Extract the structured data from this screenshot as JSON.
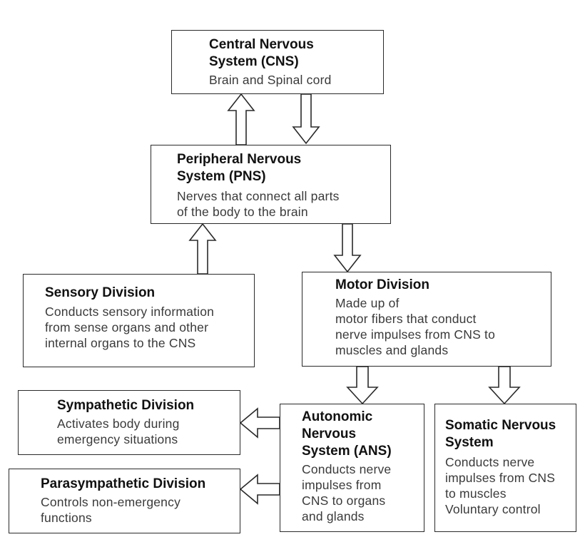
{
  "nodes": {
    "cns": {
      "title": "Central Nervous\nSystem (CNS)",
      "desc": "Brain and Spinal cord"
    },
    "pns": {
      "title": "Peripheral Nervous\nSystem (PNS)",
      "desc": "Nerves that connect all parts\nof the body to the brain"
    },
    "sensory": {
      "title": "Sensory Division",
      "desc": "Conducts sensory information\nfrom sense organs and other\ninternal organs to the CNS"
    },
    "motor": {
      "title": "Motor Division",
      "desc": "Made up of\nmotor fibers that conduct\nnerve impulses from CNS to\nmuscles and glands"
    },
    "sympathetic": {
      "title": "Sympathetic Division",
      "desc": "Activates body during\nemergency situations"
    },
    "parasympathetic": {
      "title": "Parasympathetic Division",
      "desc": "Controls non-emergency\nfunctions"
    },
    "ans": {
      "title": "Autonomic\nNervous\nSystem (ANS)",
      "desc": "Conducts nerve\nimpulses from\nCNS to organs\nand glands"
    },
    "somatic": {
      "title": "Somatic Nervous\nSystem",
      "desc": "Conducts nerve\nimpulses from CNS\nto muscles\nVoluntary control"
    }
  },
  "colors": {
    "border": "#2a2a2a",
    "title_text": "#111111",
    "desc_text": "#3a3a3a",
    "background": "#ffffff"
  }
}
